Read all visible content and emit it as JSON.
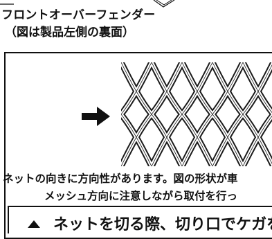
{
  "caption": {
    "title": "フロントオーバーフェンダー",
    "subtitle": "（図は製品左側の裏面）"
  },
  "figure": {
    "arrow_icon": "right-arrow-icon",
    "mesh_image": "expanded-metal-mesh"
  },
  "notes": {
    "line1": "ネットの向きに方向性があります。図の形状が車",
    "line2": "メッシュ方向に注意しながら取付を行っ"
  },
  "warning": {
    "icon": "warning-triangle-icon",
    "text": "ネットを切る際、切り口でケガを"
  },
  "colors": {
    "text": "#111111",
    "mesh_stroke": "#1a1a1a",
    "mesh_fill": "#ffffff"
  }
}
